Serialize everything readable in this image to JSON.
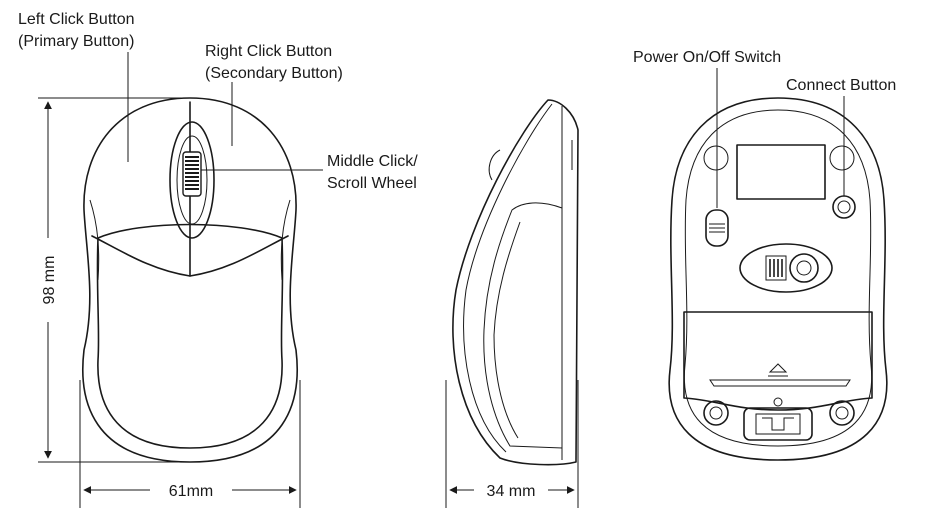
{
  "labels": {
    "left_click": [
      "Left Click Button",
      "(Primary Button)"
    ],
    "right_click": [
      "Right Click Button",
      "(Secondary Button)"
    ],
    "middle_click": [
      "Middle Click/",
      "Scroll Wheel"
    ],
    "power_switch": "Power On/Off Switch",
    "connect_button": "Connect Button"
  },
  "dimensions": {
    "length": "98 mm",
    "width": "61mm",
    "height": "34 mm"
  }
}
